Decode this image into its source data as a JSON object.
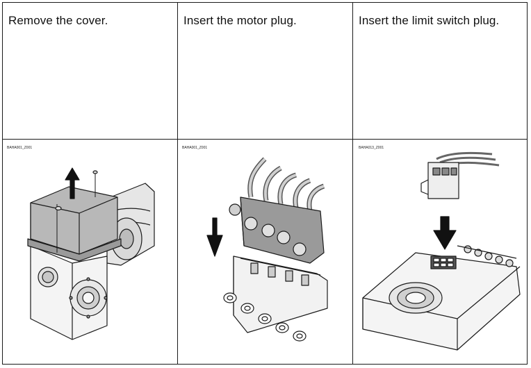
{
  "steps": [
    {
      "caption": "Remove the cover.",
      "code": "BAHA001_Z001"
    },
    {
      "caption": "Insert the motor plug.",
      "code": "BAHA001_Z001"
    },
    {
      "caption": "Insert the limit switch plug.",
      "code": "BAHA013_Z001"
    }
  ]
}
